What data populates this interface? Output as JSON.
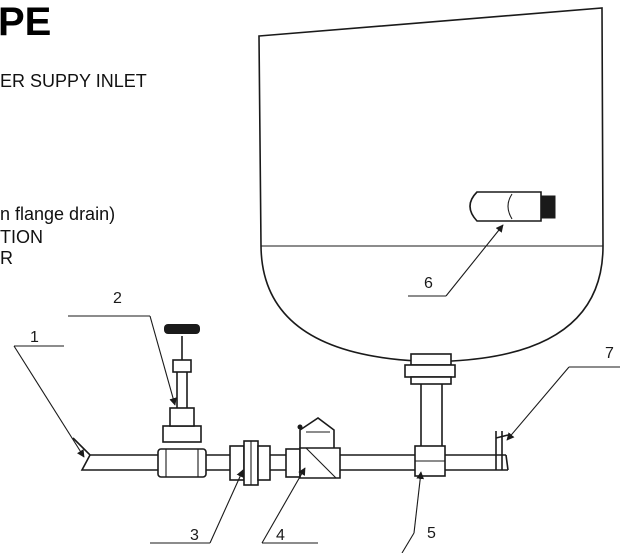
{
  "title": "PE",
  "legend": [
    "ER SUPPY INLET",
    "n flange drain)",
    "TION",
    "R"
  ],
  "callouts": [
    "1",
    "2",
    "3",
    "4",
    "5",
    "6",
    "7"
  ]
}
